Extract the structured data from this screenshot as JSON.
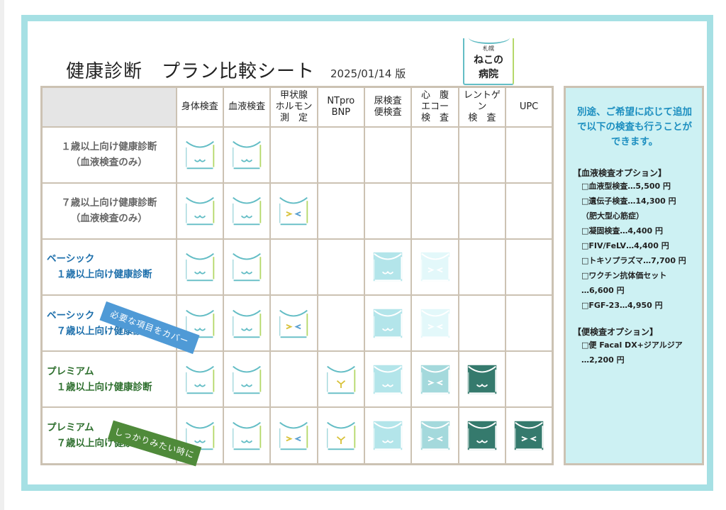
{
  "header": {
    "title": "健康診断　プラン比較シート",
    "edition": "2025/01/14 版"
  },
  "logo": {
    "small": "札幌",
    "name_line1": "ねこの",
    "name_line2": "病院"
  },
  "columns": [
    "身体検査",
    "血液検査",
    "甲状腺\nホルモン\n測　定",
    "NTpro\nBNP",
    "尿検査\n便検査",
    "心　腹\nエコー\n検　査",
    "レントゲン\n検　査",
    "UPC"
  ],
  "rows": [
    {
      "label": "１歳以上向け健康診断\n（血液検査のみ）",
      "style": "gray",
      "cells": [
        "outline",
        "outline",
        "",
        "",
        "",
        "",
        "",
        ""
      ]
    },
    {
      "label": "７歳以上向け健康診断\n（血液検査のみ）",
      "style": "gray",
      "cells": [
        "outline",
        "outline",
        "outline-squint",
        "",
        "",
        "",
        "",
        ""
      ]
    },
    {
      "label": "ベーシック\n　１歳以上向け健康診断",
      "style": "blue",
      "cells": [
        "outline",
        "outline",
        "",
        "",
        "filled-light",
        "faint-squint",
        "",
        ""
      ]
    },
    {
      "label": "ベーシック\n　７歳以上向け健康診断",
      "style": "blue",
      "cells": [
        "outline",
        "outline",
        "outline-squint",
        "",
        "filled-light",
        "faint-squint",
        "",
        ""
      ]
    },
    {
      "label": "プレミアム\n　１歳以上向け健康診断",
      "style": "green",
      "cells": [
        "outline",
        "outline",
        "",
        "outline-y",
        "filled-light",
        "filled-mid-squint",
        "filled-dark",
        ""
      ]
    },
    {
      "label": "プレミアム\n　７歳以上向け健康診断",
      "style": "green",
      "cells": [
        "outline",
        "outline",
        "outline-squint",
        "outline-y",
        "filled-light",
        "filled-mid-squint",
        "filled-dark",
        "filled-dark-squint"
      ]
    }
  ],
  "tags": {
    "blue": "必要な項目をカバー",
    "green": "しっかりみたい時に"
  },
  "sidebar": {
    "intro": "別途、ご希望に応じて追加で以下の検査も行うことができます。",
    "blood_title": "【血液検査オプション】",
    "blood_items": [
      "□血液型検査…5,500 円",
      "□遺伝子検査…14,300 円\n（肥大型心筋症）",
      "□凝固検査…4,400 円",
      "□FIV/FeLV…4,400 円",
      "□トキソプラズマ…7,700 円",
      "□ワクチン抗体価セット\n…6,600 円",
      "□FGF-23…4,950 円"
    ],
    "stool_title": "【便検査オプション】",
    "stool_items": [
      "□便 Facal DX+ジアルジア\n…2,200 円"
    ]
  },
  "colors": {
    "frame": "#a6e0e4",
    "border": "#ccc2b3",
    "teal": "#63bdc5",
    "light_fill": "#b3e5ea",
    "mid_fill": "#a4d9dc",
    "dark_fill": "#357a6d",
    "lime": "#b5d86a"
  }
}
